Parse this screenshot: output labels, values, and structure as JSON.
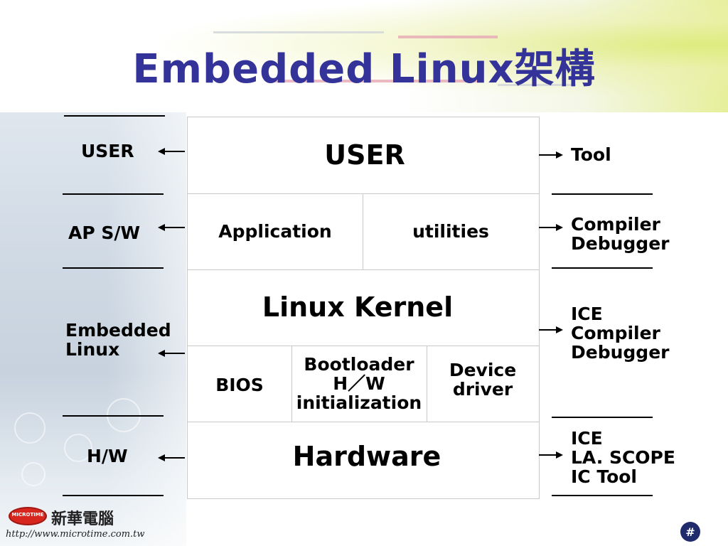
{
  "slide": {
    "title": "Embedded Linux架構"
  },
  "diagram": {
    "user": "USER",
    "application": "Application",
    "utilities": "utilities",
    "kernel": "Linux Kernel",
    "bios": "BIOS",
    "bootloader_line1": "Bootloader",
    "bootloader_line2": "H／W",
    "bootloader_line3": "initialization",
    "device_line1": "Device",
    "device_line2": "driver",
    "hardware": "Hardware"
  },
  "left_labels": {
    "user": "USER",
    "ap": "AP S/W",
    "embedded_line1": "Embedded",
    "embedded_line2": "Linux",
    "hw": "H/W"
  },
  "right_labels": {
    "tool": "Tool",
    "compiler1": "Compiler",
    "debugger1": "Debugger",
    "ice1": "ICE",
    "compiler2": "Compiler",
    "debugger2": "Debugger",
    "ice2": "ICE",
    "scope": "LA. SCOPE",
    "ictool": "IC Tool"
  },
  "footer": {
    "logo_text": "MICROTIME",
    "company": "新華電腦",
    "url": "http://www.microtime.com.tw",
    "page_number": "#"
  }
}
